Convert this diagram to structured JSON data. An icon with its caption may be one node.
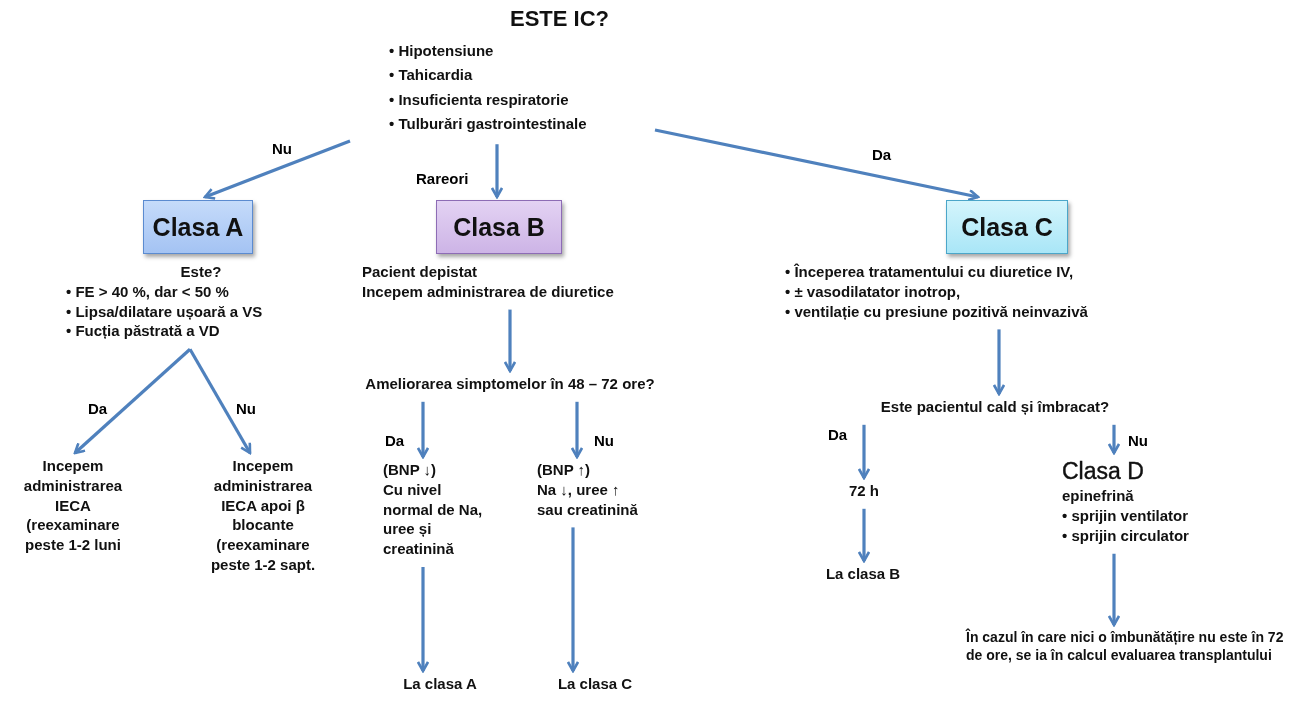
{
  "diagram": {
    "nodes": [
      {
        "text": [
          "ESTE IC?",
          "• Hipotensiune",
          "• Tahicardia",
          "• Insuficienta respiratorie",
          "• Tulburări gastrointestinale"
        ]
      },
      {
        "text": [
          "Clasa A"
        ]
      },
      {
        "text": [
          "Clasa B"
        ]
      },
      {
        "text": [
          "Clasa C"
        ]
      },
      {
        "text": [
          "Este?",
          "• FE > 40 %, dar < 50 %",
          "• Lipsa/dilatare ușoară a VS",
          "• Fucția păstrată a VD"
        ]
      },
      {
        "text": [
          "Incepem administrarea IECA (reexaminare peste 1-2 luni"
        ]
      },
      {
        "text": [
          "Incepem administrarea IECA apoi β blocante (reexaminare peste 1-2 sapt."
        ]
      },
      {
        "text": [
          "Pacient depistat",
          "Incepem administrarea de diuretice"
        ]
      },
      {
        "text": [
          "Ameliorarea simptomelor în 48 – 72 ore?"
        ]
      },
      {
        "text": [
          "(BNP ↓)",
          "Cu nivel normal de Na, uree și creatinină"
        ]
      },
      {
        "text": [
          "(BNP ↑)",
          "Na ↓, uree ↑ sau creatinină"
        ]
      },
      {
        "text": [
          "La clasa A"
        ]
      },
      {
        "text": [
          "La clasa C"
        ]
      },
      {
        "text": [
          "• Începerea tratamentului cu diuretice IV,",
          "• ± vasodilatator inotrop,",
          "• ventilație cu presiune pozitivă neinvazivă"
        ]
      },
      {
        "text": [
          "Este pacientul cald și îmbracat?"
        ]
      },
      {
        "text": [
          "72 h"
        ]
      },
      {
        "text": [
          "La clasa B"
        ]
      },
      {
        "text": [
          "Clasa D",
          "epinefrină",
          "• sprijin ventilator",
          "• sprijin circulator"
        ]
      },
      {
        "text": [
          "În cazul în care nici o îmbunătățire nu este în 72 de ore, se ia în calcul evaluarea transplantului"
        ]
      }
    ],
    "edges": [
      {
        "from": 0,
        "to": 1,
        "arrow": "to",
        "label": "Nu"
      },
      {
        "from": 0,
        "to": 2,
        "arrow": "to",
        "label": "Rareori"
      },
      {
        "from": 0,
        "to": 3,
        "arrow": "to",
        "label": "Da"
      },
      {
        "from": 4,
        "to": 5,
        "arrow": "to",
        "label": "Da"
      },
      {
        "from": 4,
        "to": 6,
        "arrow": "to",
        "label": "Nu"
      },
      {
        "from": 7,
        "to": 8,
        "arrow": "to"
      },
      {
        "from": 8,
        "to": 9,
        "arrow": "to",
        "label": "Da"
      },
      {
        "from": 8,
        "to": 10,
        "arrow": "to",
        "label": "Nu"
      },
      {
        "from": 9,
        "to": 11,
        "arrow": "to"
      },
      {
        "from": 10,
        "to": 12,
        "arrow": "to"
      },
      {
        "from": 13,
        "to": 14,
        "arrow": "to"
      },
      {
        "from": 14,
        "to": 15,
        "arrow": "to",
        "label": "Da"
      },
      {
        "from": 14,
        "to": 17,
        "arrow": "to",
        "label": "Nu"
      },
      {
        "from": 15,
        "to": 16,
        "arrow": "to"
      },
      {
        "from": 17,
        "to": 18,
        "arrow": "to"
      }
    ]
  }
}
